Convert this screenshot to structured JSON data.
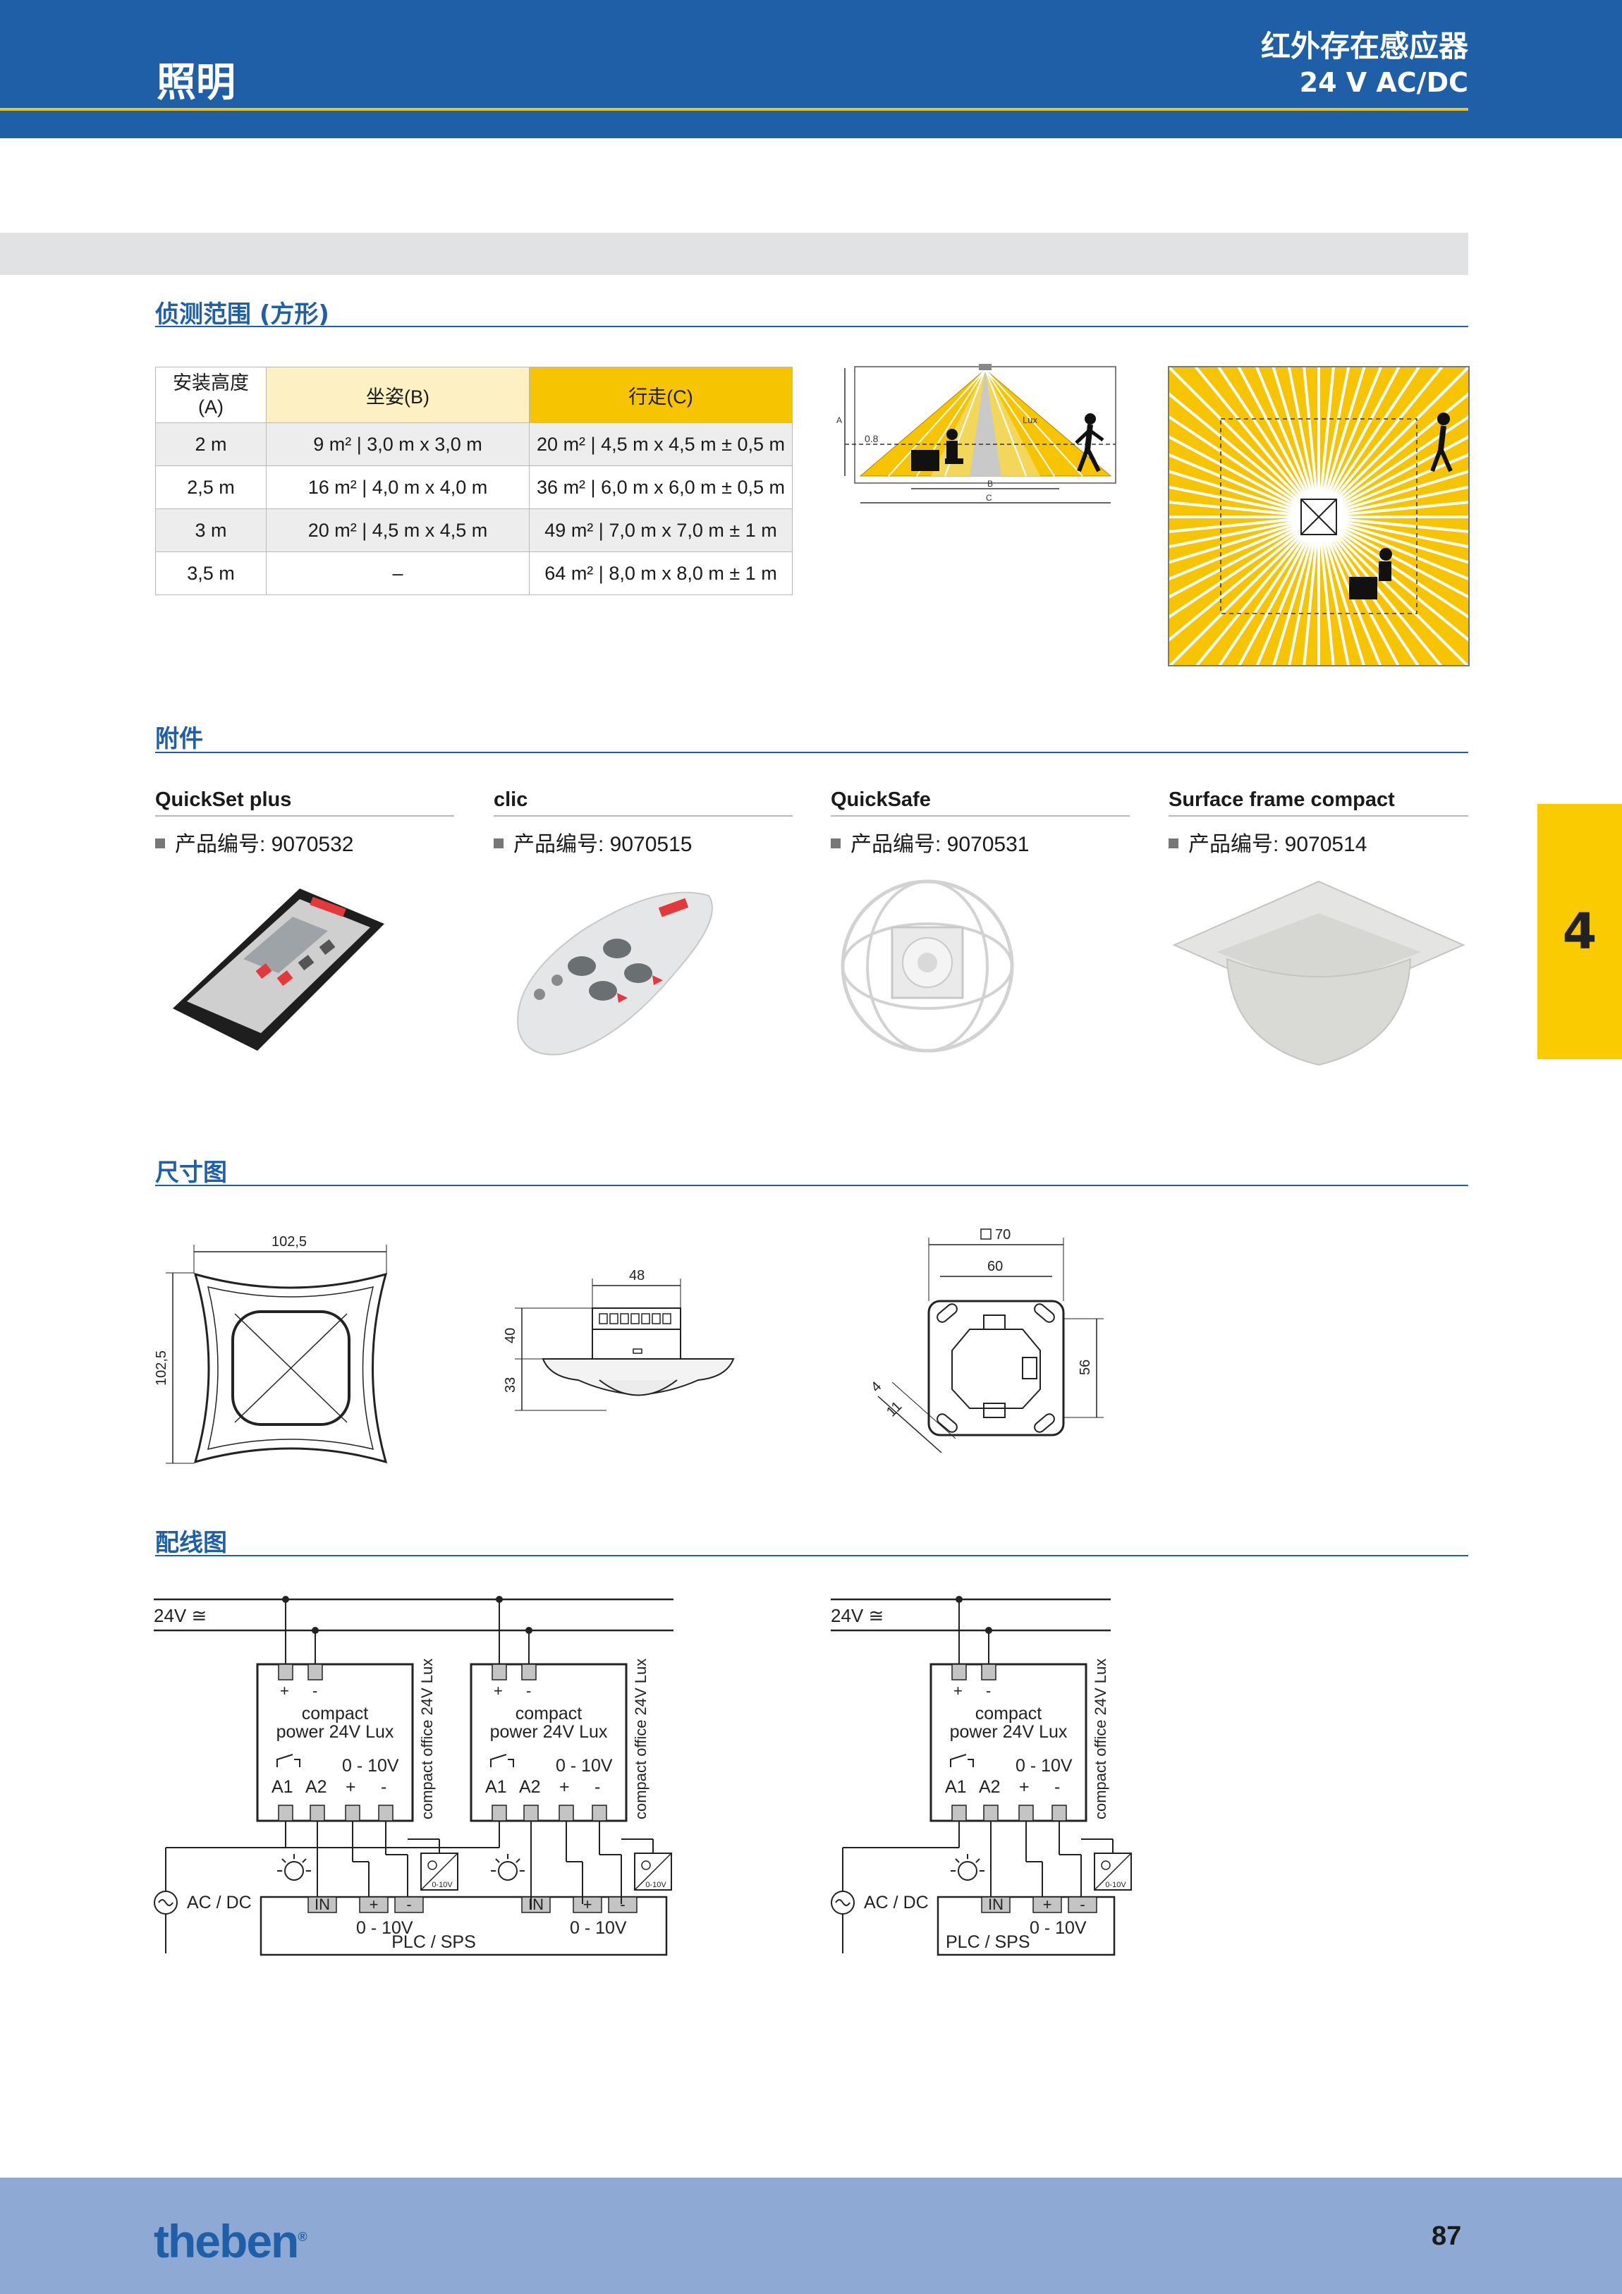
{
  "header": {
    "title": "照明",
    "product": "红外存在感应器",
    "voltage": "24 V AC/DC"
  },
  "side_tab": "4",
  "sections": {
    "detection": "侦测范围 (方形)",
    "accessories": "附件",
    "dimensions": "尺寸图",
    "wiring": "配线图"
  },
  "detection_table": {
    "headers": [
      "安装高度\n(A)",
      "坐姿(B)",
      "行走(C)"
    ],
    "rows": [
      [
        "2 m",
        "9 m² | 3,0 m x 3,0 m",
        "20 m² | 4,5 m x 4,5 m ± 0,5 m"
      ],
      [
        "2,5 m",
        "16 m² | 4,0 m x 4,0 m",
        "36 m² | 6,0 m x 6,0 m ± 0,5 m"
      ],
      [
        "3 m",
        "20 m² | 4,5 m x 4,5 m",
        "49 m² | 7,0 m x 7,0 m ± 1 m"
      ],
      [
        "3,5 m",
        "–",
        "64 m² | 8,0 m x 8,0 m ± 1 m"
      ]
    ]
  },
  "side_diagram": {
    "label_a": "A",
    "label_height": "0.8",
    "label_lux": "Lux",
    "label_b": "B",
    "label_c": "C"
  },
  "accessories": [
    {
      "name": "QuickSet plus",
      "sku": "产品编号: 9070532"
    },
    {
      "name": "clic",
      "sku": "产品编号: 9070515"
    },
    {
      "name": "QuickSafe",
      "sku": "产品编号: 9070531"
    },
    {
      "name": "Surface frame compact",
      "sku": "产品编号: 9070514"
    }
  ],
  "dimensions": {
    "top_width": "102,5",
    "top_height": "102,5",
    "side_width": "48",
    "side_height_upper": "40",
    "side_height_lower": "33",
    "base_outer": "70",
    "base_inner": "60",
    "base_height": "56",
    "base_slot_a": "4",
    "base_slot_b": "11"
  },
  "wiring": {
    "supply": "24V ≅",
    "device_label": "compact\npower 24V Lux",
    "device_side": "compact office 24V Lux",
    "terminal_top_plus": "+",
    "terminal_top_minus": "-",
    "range": "0 - 10V",
    "a1": "A1",
    "a2": "A2",
    "plus": "+",
    "minus": "-",
    "acdc": "AC / DC",
    "plc": "PLC / SPS",
    "in": "IN",
    "sensor_badge": "0-10V"
  },
  "footer": {
    "logo": "theben",
    "page": "87"
  },
  "colors": {
    "brand_blue": "#1f5fa8",
    "accent_yellow": "#f9cb00",
    "footer_blue": "#8eaad4"
  }
}
